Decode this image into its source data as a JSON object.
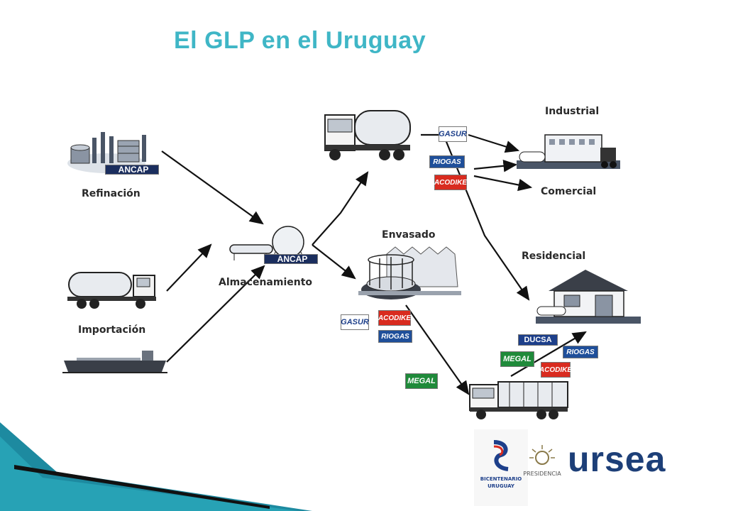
{
  "title": "El GLP en el Uruguay",
  "nodes": {
    "refinacion": "Refinación",
    "importacion": "Importación",
    "almacenamiento": "Almacenamiento",
    "envasado": "Envasado",
    "industrial": "Industrial",
    "comercial": "Comercial",
    "residencial": "Residencial"
  },
  "brands": {
    "ancap": "ANCAP",
    "gasur": "GASUR",
    "riogas": "RIOGAS",
    "acodike": "ACODIKE",
    "megal": "MEGAL",
    "ducsa": "DUCSA"
  },
  "footer": {
    "bicentenario": "BICENTENARIO",
    "uruguay": "URUGUAY",
    "presidencia": "PRESIDENCIA",
    "ursea": "ursea"
  },
  "colors": {
    "title": "#3fb6c6",
    "accent_teal": "#1d8aa0",
    "ursea_blue": "#1d3f78",
    "ursea_green": "#4a9a3a"
  }
}
